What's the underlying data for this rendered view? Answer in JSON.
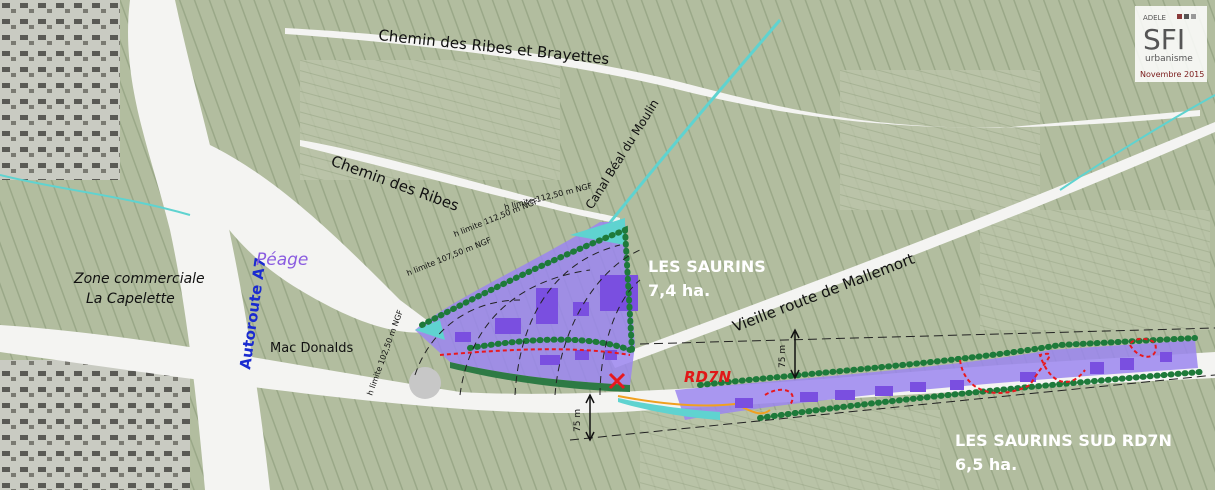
{
  "logo": {
    "brand_small": "ADELE",
    "brand_main": "SFI",
    "brand_sub": "urbanisme",
    "date": "Novembre 2015"
  },
  "roads": {
    "chemin_ribes_brayettes": "Chemin des Ribes et Brayettes",
    "chemin_ribes": "Chemin des Ribes",
    "canal": "Canal Béal du Moulin",
    "vieille_route": "Vieille route de Mallemort",
    "autoroute": "Autoroute A7",
    "rd7n": "RD7N"
  },
  "places": {
    "peage": "Péage",
    "zone_line1": "Zone commerciale",
    "zone_line2": "La Capelette",
    "mac_donalds": "Mac Donalds"
  },
  "zones": {
    "north_name": "LES SAURINS",
    "north_area": "7,4 ha.",
    "south_name": "LES SAURINS SUD RD7N",
    "south_area": "6,5 ha."
  },
  "height_limits": {
    "h1": "h limite 112,50 m NGF",
    "h2": "h limite 112,50 m NGF",
    "h3": "h limite 107,50 m NGF",
    "h4": "h limite 102,50 m NGF"
  },
  "setbacks": {
    "north": "75 m",
    "south": "75 m"
  },
  "colors": {
    "zone_fill": "#9b86f0",
    "building": "#7a4fe0",
    "canal": "#5fd3d0",
    "trees": "#1e7a3a",
    "path_red": "#e8181e",
    "orange": "#f0a020",
    "autoroute_label": "#1a2bd0",
    "peage_label": "#8a5ce0",
    "rd7n_label": "#e01818"
  }
}
